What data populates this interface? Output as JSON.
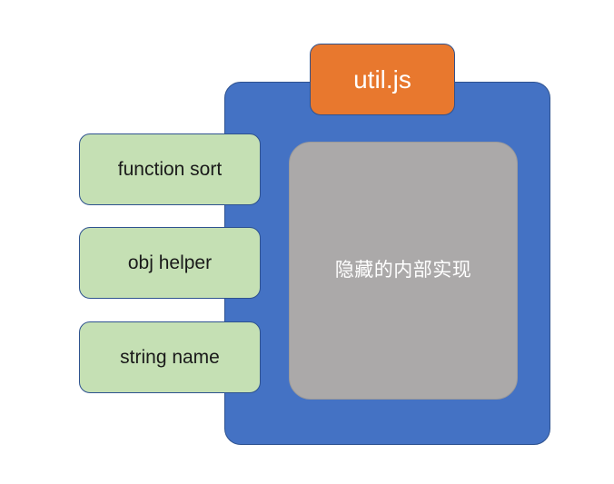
{
  "diagram": {
    "module": {
      "title": "util.js",
      "title_color": "#E8782E",
      "container_color": "#4472C4",
      "border_color": "#2E528F"
    },
    "hidden_internals": {
      "label": "隐藏的内部实现",
      "color": "#ABA9A9",
      "text_color": "#FFFFFF"
    },
    "exports": [
      {
        "label": "function sort",
        "color": "#C5E0B4"
      },
      {
        "label": "obj helper",
        "color": "#C5E0B4"
      },
      {
        "label": "string name",
        "color": "#C5E0B4"
      }
    ]
  }
}
